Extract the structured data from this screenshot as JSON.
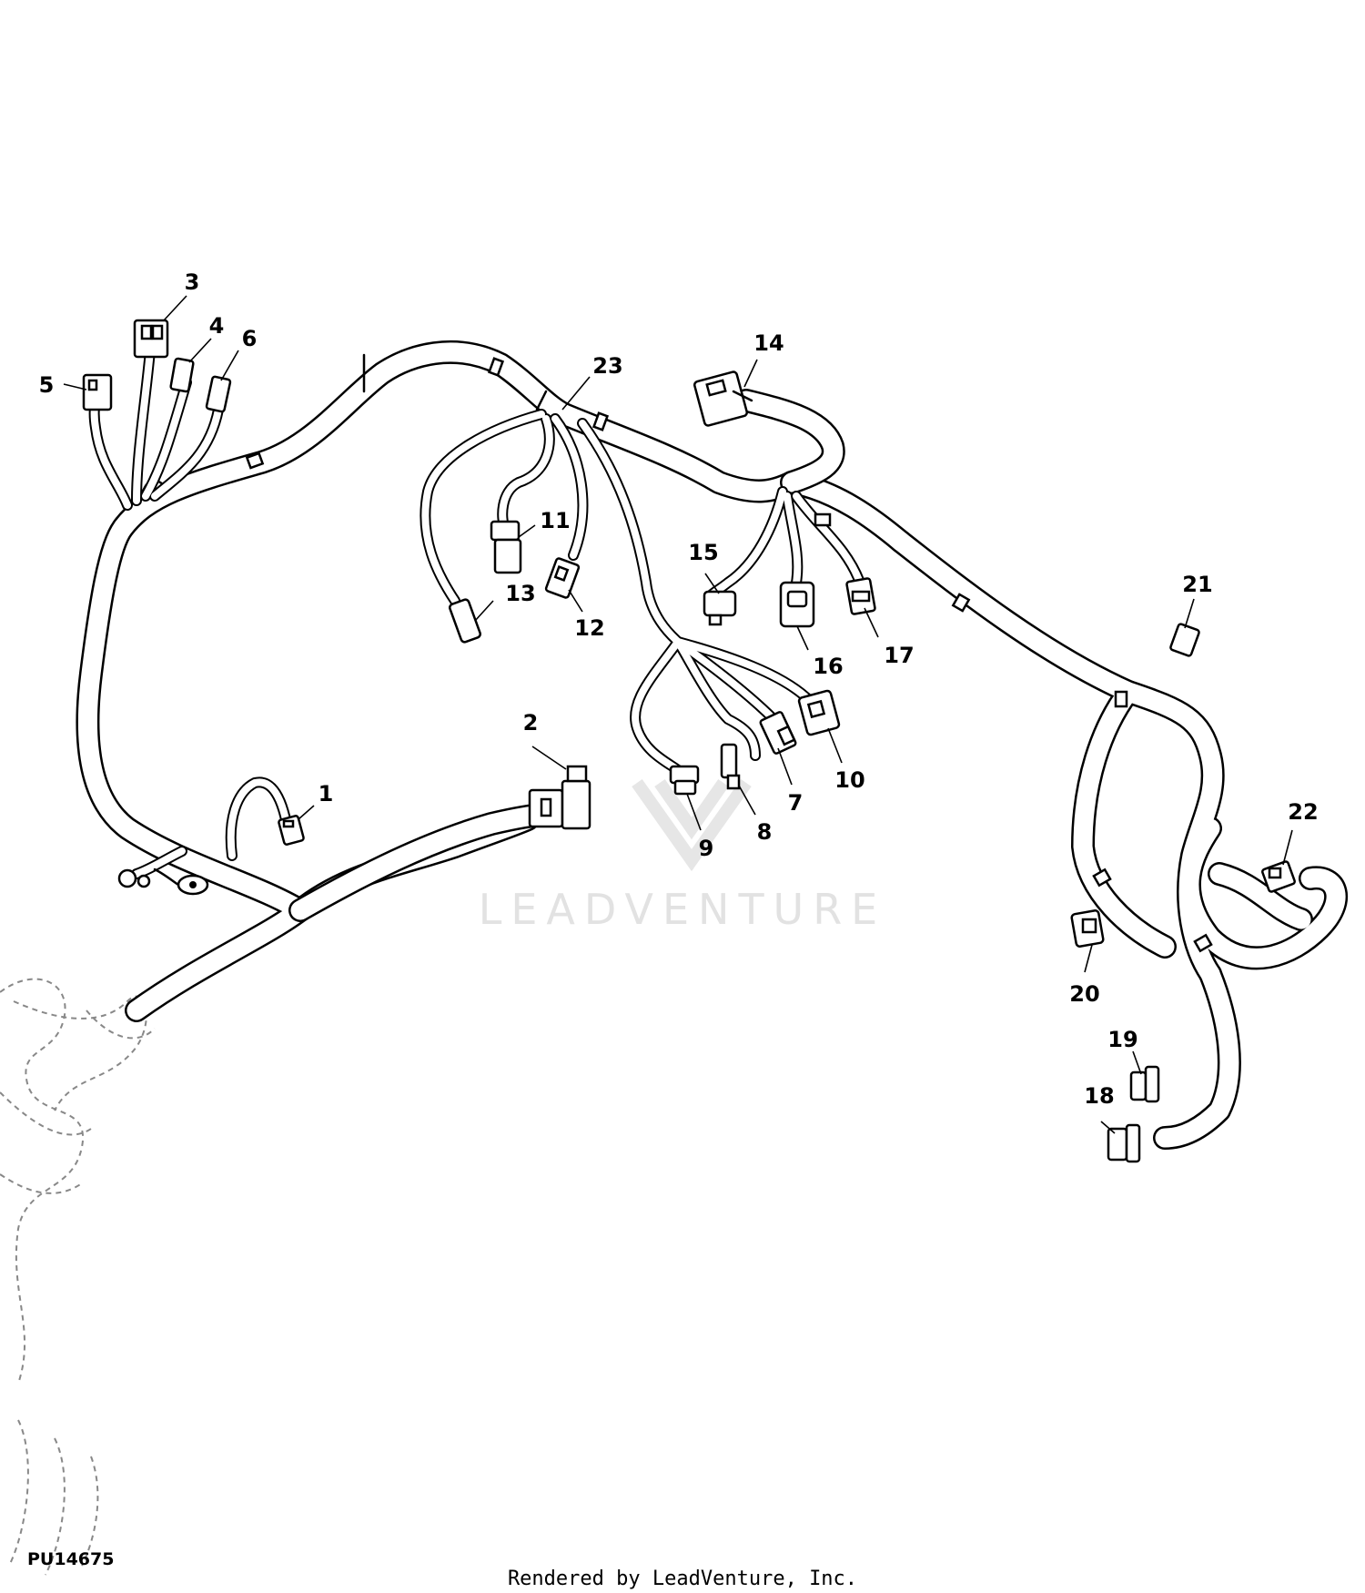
{
  "watermark": "LEADVENTURE",
  "figure_id": "PU14675",
  "render_credit": "Rendered by LeadVenture, Inc.",
  "callouts": [
    "1",
    "2",
    "3",
    "4",
    "5",
    "6",
    "7",
    "8",
    "9",
    "10",
    "11",
    "12",
    "13",
    "14",
    "15",
    "16",
    "17",
    "18",
    "19",
    "20",
    "21",
    "22",
    "23"
  ]
}
